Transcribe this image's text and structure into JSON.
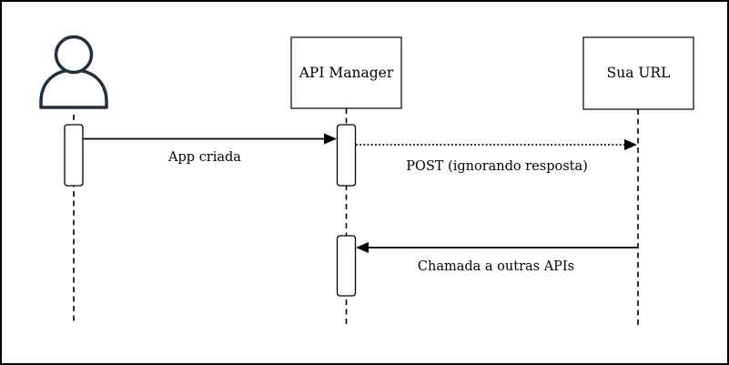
{
  "diagram": {
    "type": "sequence-diagram",
    "background_color": "#ffffff",
    "line_color": "#000000",
    "actor_color": "#232f3e",
    "participants": [
      {
        "id": "user-actor",
        "kind": "actor",
        "label": ""
      },
      {
        "id": "api-manager",
        "kind": "box",
        "label": "API Manager"
      },
      {
        "id": "sua-url",
        "kind": "box",
        "label": "Sua URL"
      }
    ],
    "messages": [
      {
        "from": "user-actor",
        "to": "api-manager",
        "label": "App criada",
        "line_style": "solid"
      },
      {
        "from": "api-manager",
        "to": "sua-url",
        "label": "POST (ignorando resposta)",
        "line_style": "dotted"
      },
      {
        "from": "sua-url",
        "to": "api-manager",
        "label": "Chamada a outras APIs",
        "line_style": "solid"
      }
    ]
  }
}
